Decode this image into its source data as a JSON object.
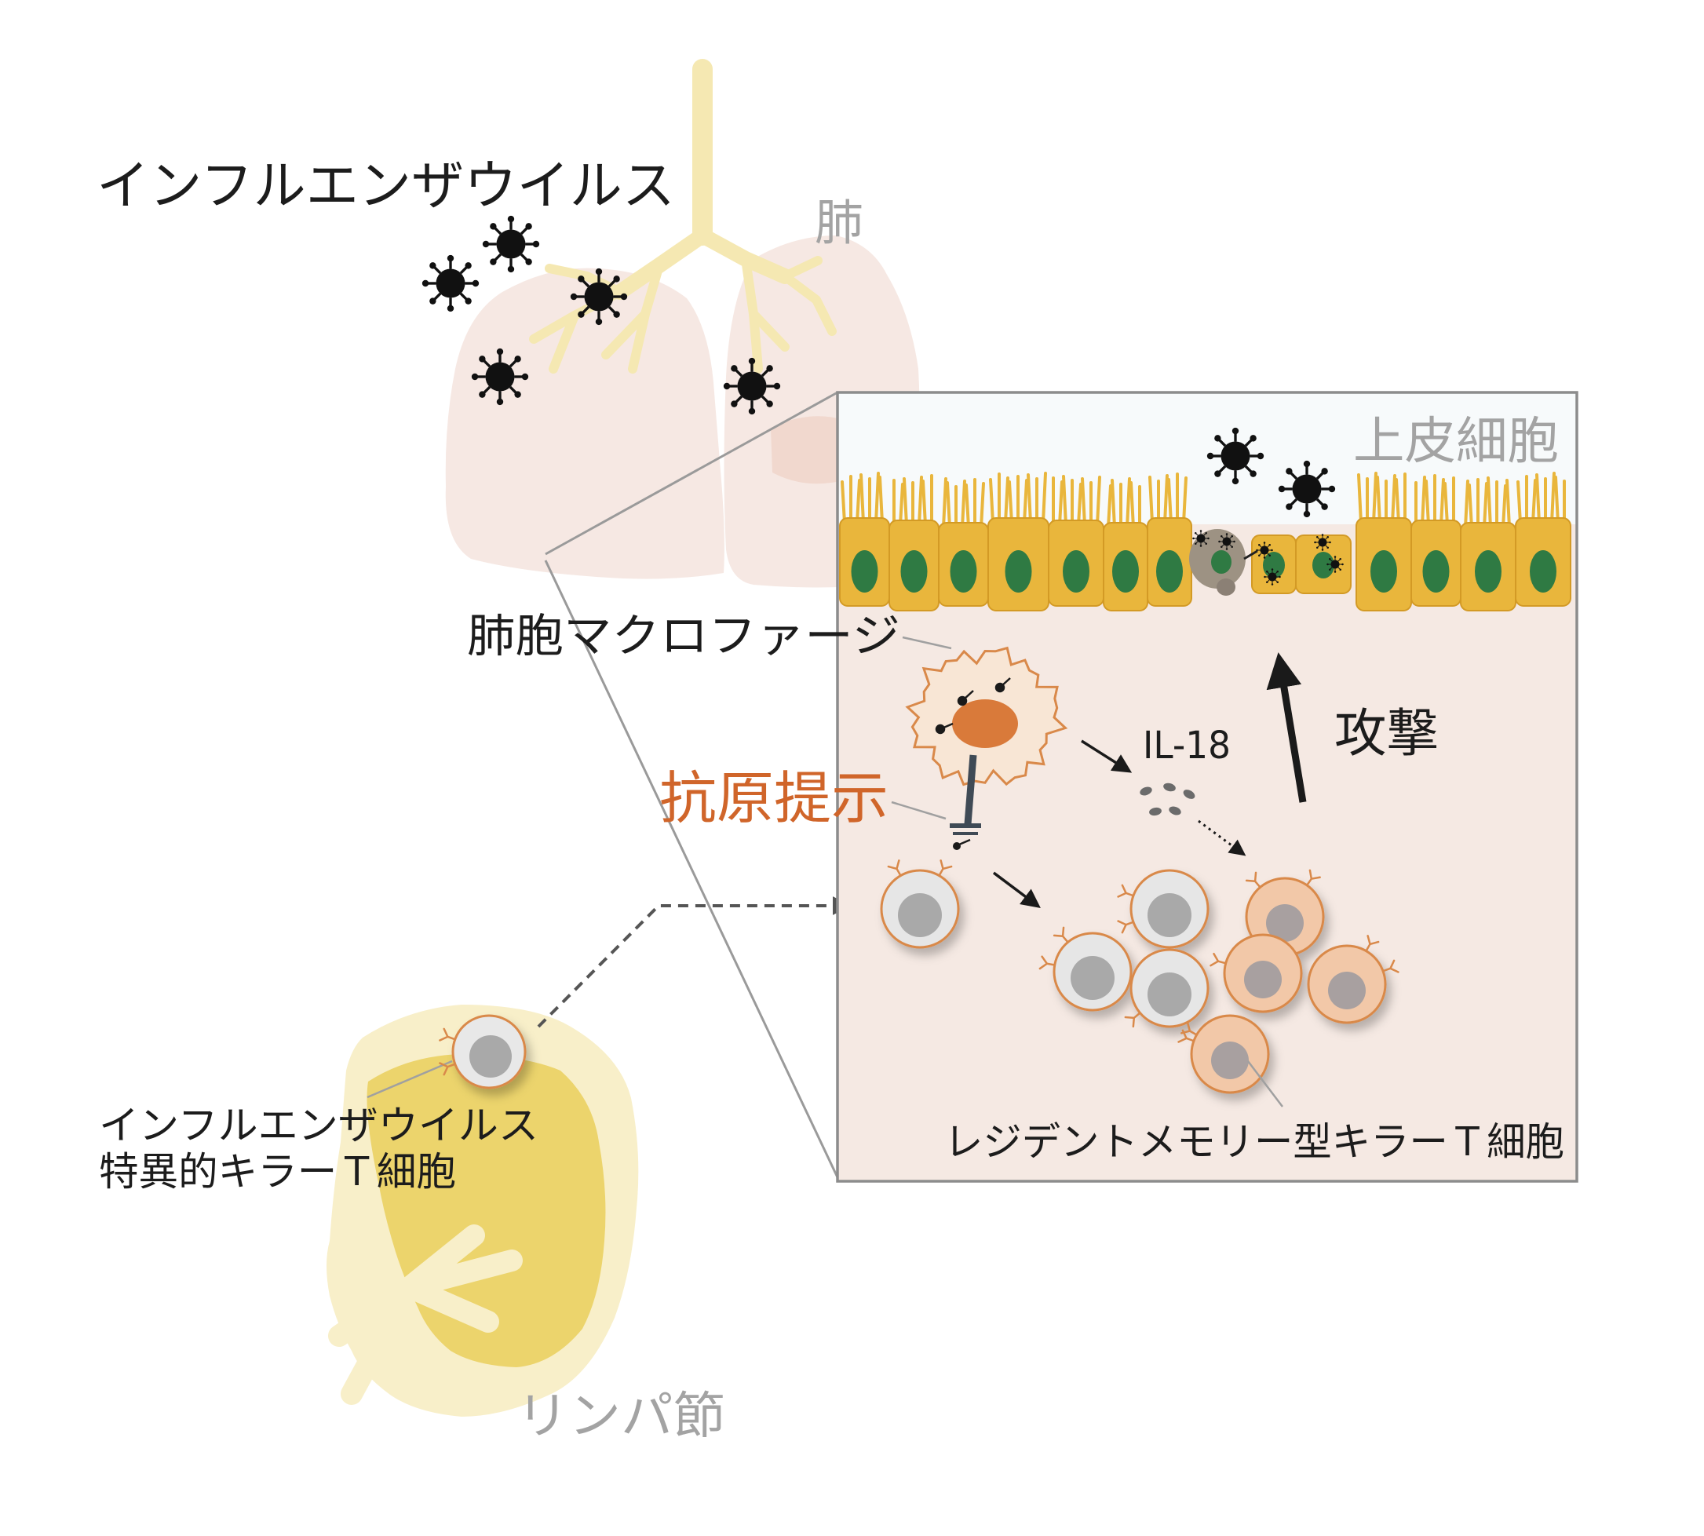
{
  "labels": {
    "virus_title": "インフルエンザウイルス",
    "lung": "肺",
    "epithelial": "上皮細胞",
    "macrophage": "肺胞マクロファージ",
    "il18": "IL-18",
    "attack": "攻撃",
    "antigen_presentation": "抗原提示",
    "trm": "レジデントメモリー型キラーＴ細胞",
    "specific_t_line1": "インフルエンザウイルス",
    "specific_t_line2": "特異的キラーＴ細胞",
    "lymph_node": "リンパ節"
  },
  "colors": {
    "antigen_label": "#d0652a",
    "memory_t_cell": "#f2c8a8",
    "epithelium": "#e9b63c",
    "nucleus": "#2f7a43"
  }
}
